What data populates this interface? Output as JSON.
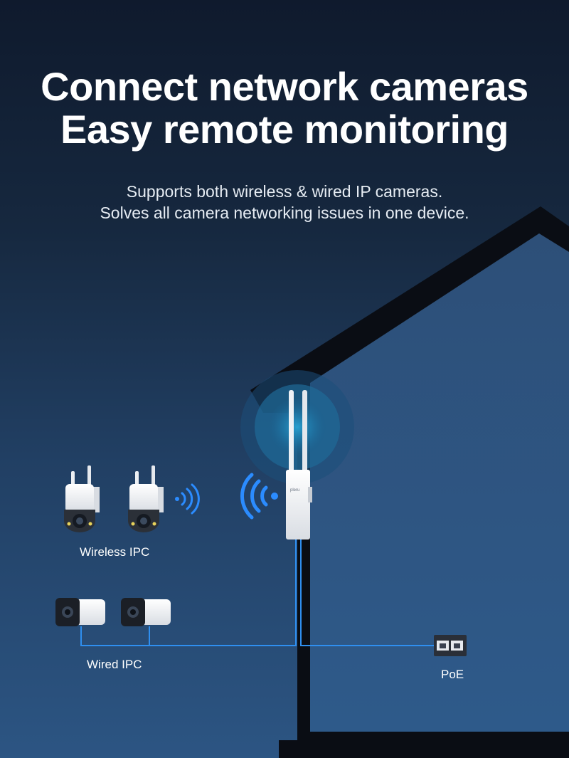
{
  "headline": {
    "line1": "Connect network cameras",
    "line2": "Easy remote monitoring"
  },
  "subtitle": {
    "line1": "Supports both wireless & wired IP cameras.",
    "line2": "Solves all camera networking issues in one device."
  },
  "diagram": {
    "wireless_label": "Wireless IPC",
    "wired_label": "Wired IPC",
    "poe_label": "PoE",
    "device_brand": "pleru"
  },
  "colors": {
    "background_top": "#0f1a2d",
    "background_bottom": "#2c5583",
    "house_outline": "#0a0d14",
    "cable": "#2f8ff0",
    "signal": "#2b8cff"
  },
  "icons": [
    "wifi-signal-icon",
    "dome-camera-icon",
    "bullet-camera-icon",
    "poe-injector-icon",
    "access-point-icon"
  ]
}
